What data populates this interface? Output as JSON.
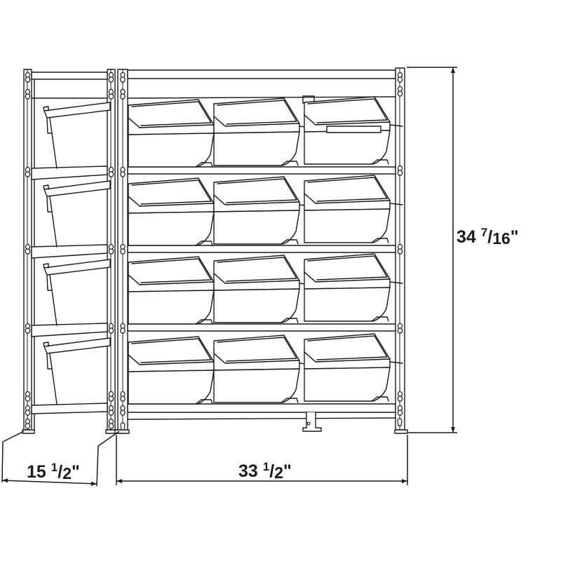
{
  "diagram": {
    "subject": "Bin storage rack",
    "view": "front and side line drawing with dimensions",
    "line_color": "#1a1a1a",
    "background": "#ffffff",
    "shelf_levels": 4,
    "bins_per_shelf_front": 3,
    "total_front_bins": 12,
    "side_bins_visible": 4
  },
  "dimensions": {
    "height": {
      "whole": "34",
      "num": "7",
      "den": "16",
      "unit": "\"",
      "text": "34 7/16\""
    },
    "width": {
      "whole": "33",
      "num": "1",
      "den": "2",
      "unit": "\"",
      "text": "33 1/2\""
    },
    "depth": {
      "whole": "15",
      "num": "1",
      "den": "2",
      "unit": "\"",
      "text": "15 1/2\""
    }
  }
}
